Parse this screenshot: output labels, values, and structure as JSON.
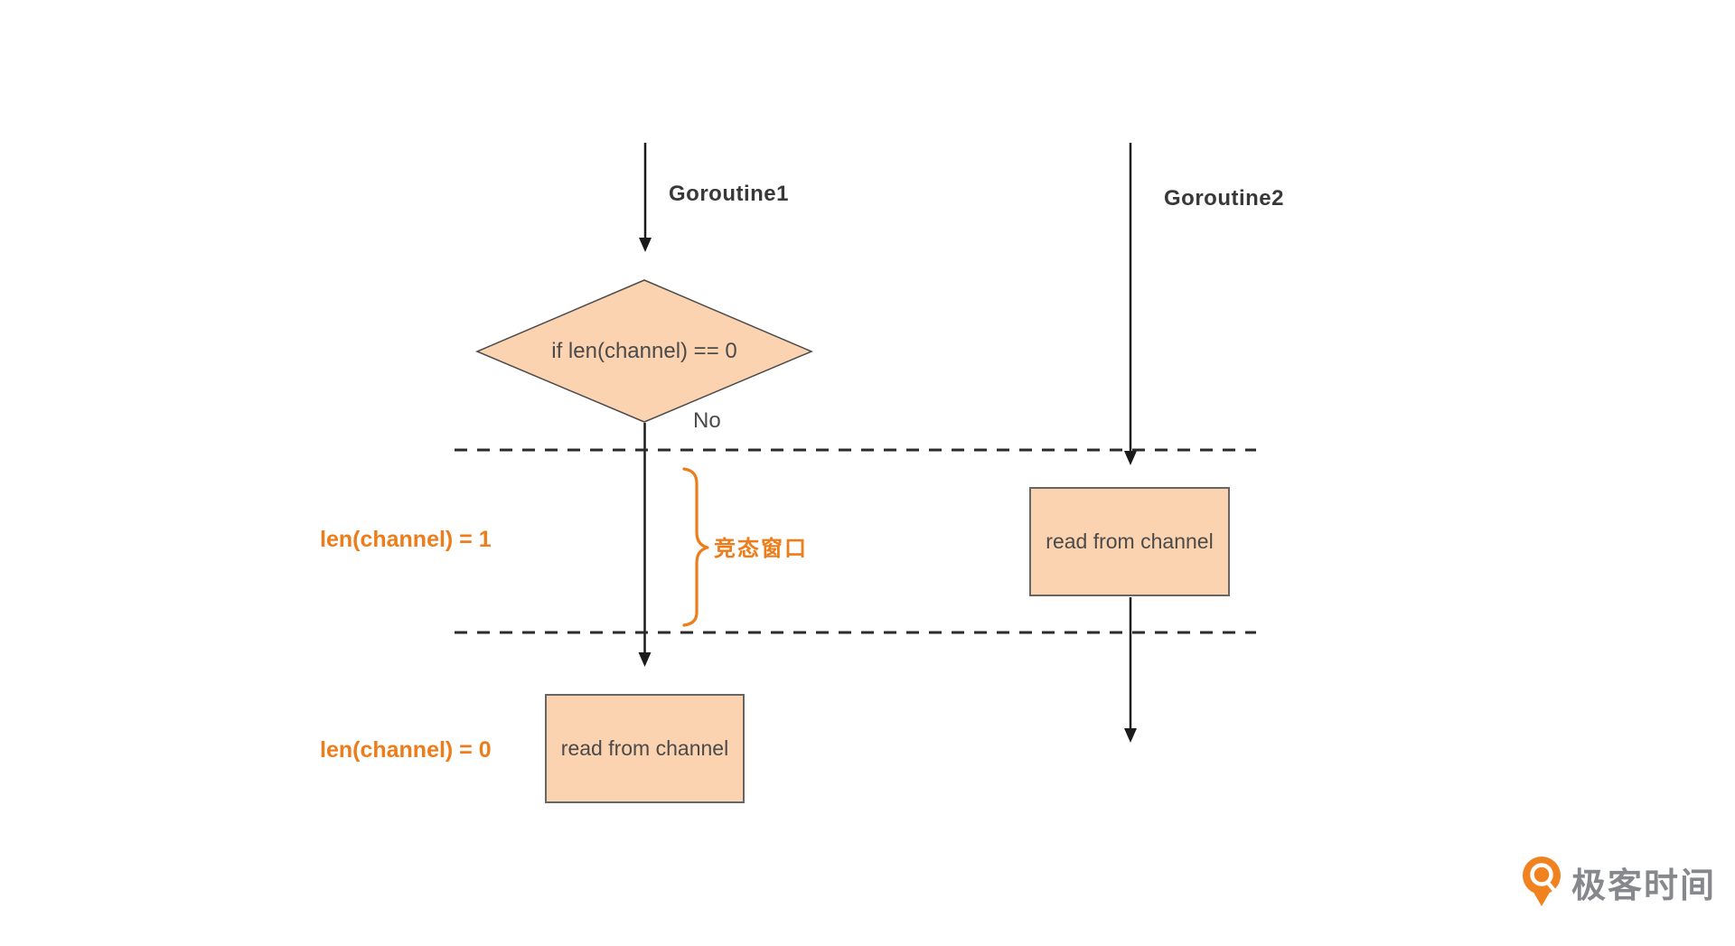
{
  "diagram": {
    "lane1": {
      "title": "Goroutine1",
      "decision_label": "if len(channel) == 0",
      "no_label": "No",
      "box_label": "read\nfrom\nchannel"
    },
    "lane2": {
      "title": "Goroutine2",
      "box_label": "read\nfrom\nchannel"
    },
    "annotations": {
      "race_window": "竞态窗口",
      "len_channel_1": "len(channel) = 1",
      "len_channel_0": "len(channel) = 0"
    }
  },
  "footer": {
    "brand": "极客时间",
    "logo_icon": "geektime-pin-icon"
  },
  "colors": {
    "accent_orange": "#ed7d1a",
    "shape_fill": "#fbd3b0",
    "shape_border": "#4c4c4c",
    "line_black": "#1b1b1b",
    "dashed_line": "#2b2b2b",
    "text_dark": "#383838",
    "text_gray": "#4a4a4a",
    "logo_orange": "#f0821f",
    "logo_text_gray": "#86888c"
  }
}
